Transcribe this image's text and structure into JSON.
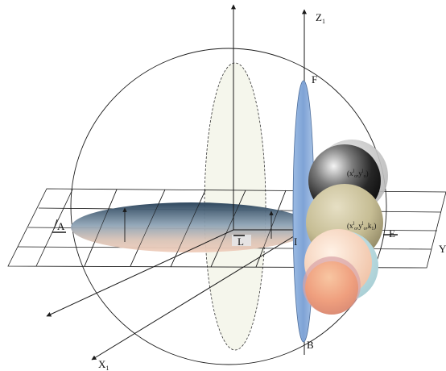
{
  "labels": {
    "z1": "Z",
    "z1_sub": "1",
    "x1": "X",
    "x1_sub": "1",
    "y": "Y",
    "a": "A",
    "b": "B",
    "e": "E",
    "f": "F",
    "i": "I",
    "l": "L"
  },
  "sphere_labels": {
    "upper": {
      "x": "(x",
      "x_sup": "l",
      "x_sub": "o",
      "y": ",y",
      "y_sup": "l",
      "y_sub": "o",
      "end": ")"
    },
    "middle": {
      "x": "(x",
      "x_sup": "l",
      "x_sub": "o",
      "y": ",y",
      "y_sup": "l",
      "y_sub": "o",
      "k": ",k",
      "k_sub": "1",
      "end": ")"
    }
  },
  "colors": {
    "disk_top": "#2f4a63",
    "disk_bottom": "#e8c7b8",
    "blue_plane": "#8fb1dd",
    "light_plane": "#f5f6ec",
    "sphere_dark": "#1c1c1c",
    "sphere_khaki": "#c9c09a",
    "sphere_peach": "#f6cfb4",
    "sphere_orange": "#f2a37e"
  }
}
